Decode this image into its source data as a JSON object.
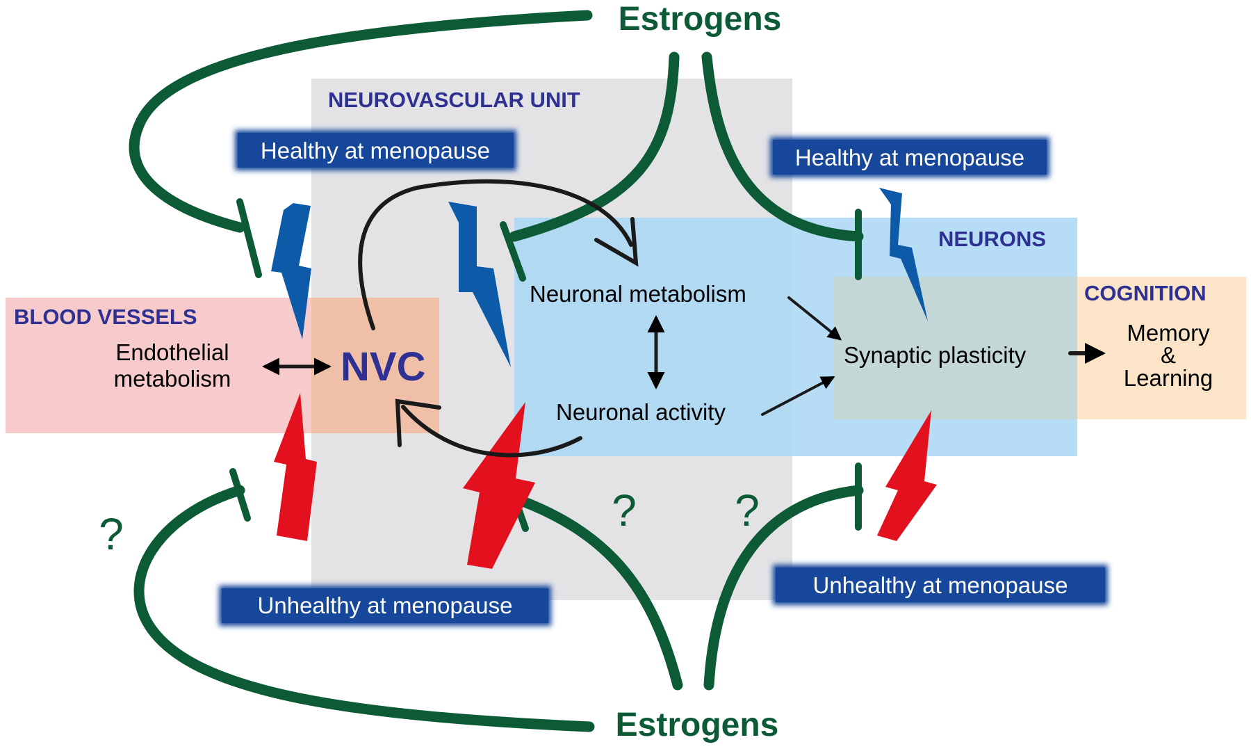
{
  "estrogens": {
    "top": "Estrogens",
    "bottom": "Estrogens"
  },
  "regions": {
    "neurovascular_unit": "NEUROVASCULAR UNIT",
    "neurons": "NEURONS",
    "blood_vessels": "BLOOD VESSELS",
    "cognition": "COGNITION"
  },
  "badges": {
    "healthy_left": "Healthy at menopause",
    "healthy_right": "Healthy at menopause",
    "unhealthy_left": "Unhealthy at menopause",
    "unhealthy_right": "Unhealthy at menopause"
  },
  "nodes": {
    "endothelial_line1": "Endothelial",
    "endothelial_line2": "metabolism",
    "nvc": "NVC",
    "neuronal_metabolism": "Neuronal metabolism",
    "neuronal_activity": "Neuronal activity",
    "synaptic_plasticity": "Synaptic plasticity",
    "memory_line1": "Memory",
    "memory_line2": "&",
    "memory_line3": "Learning"
  },
  "question_marks": [
    "?",
    "?",
    "?"
  ],
  "colors": {
    "estrogen_green": "#0c5a36",
    "healthy_blue": "#0d5aa8",
    "unhealthy_red": "#e3101e",
    "badge_blue": "#17479a",
    "title_navy": "#2e3192",
    "nvu_gray": "#e3e3e6",
    "neurons_blue": "#a9d7f3",
    "blood_pink": "#f7c8c8",
    "cognition_peach": "#fbe4c7"
  }
}
